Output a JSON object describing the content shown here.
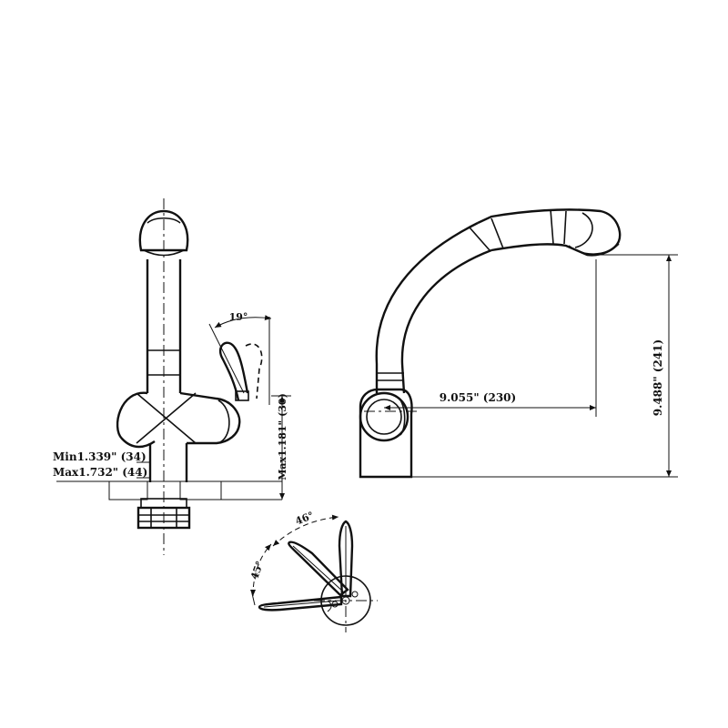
{
  "front_view": {
    "angle_label": "19°",
    "height_label": "Max1.181\" (30)",
    "min_deck_label": "Min1.339\" (34)",
    "max_deck_label": "Max1.732\" (44)"
  },
  "side_view": {
    "reach_label": "9.055\" (230)",
    "spout_height_label": "9.488\" (241)"
  },
  "top_view": {
    "angle_46_label": "46°",
    "angle_45_label": "45°"
  },
  "colors": {
    "line": "#111111",
    "background": "#ffffff"
  }
}
